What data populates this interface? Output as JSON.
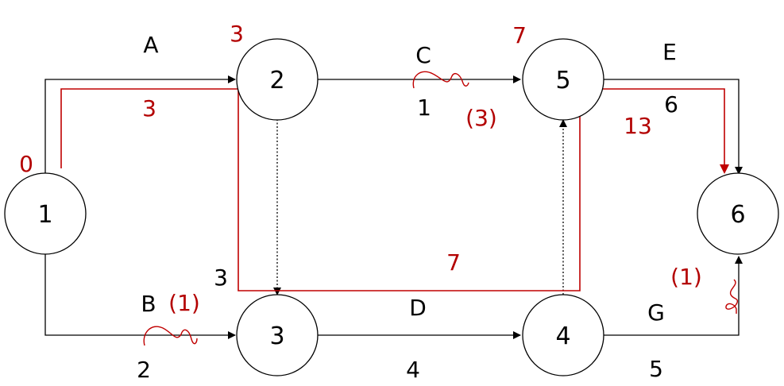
{
  "colors": {
    "critical": "#c00000",
    "text_red": "#b30000",
    "ink": "#000000"
  },
  "nodes": {
    "n1": {
      "label": "1",
      "earliest": "0"
    },
    "n2": {
      "label": "2",
      "earliest": "3"
    },
    "n3": {
      "label": "3"
    },
    "n4": {
      "label": "4"
    },
    "n5": {
      "label": "5",
      "earliest": "7"
    },
    "n6": {
      "label": "6"
    }
  },
  "activities": {
    "A": {
      "name": "A",
      "duration": "3"
    },
    "B": {
      "name": "B",
      "duration": "2",
      "float": "(1)"
    },
    "C": {
      "name": "C",
      "duration": "1",
      "float": "(3)"
    },
    "D": {
      "name": "D",
      "duration": "4"
    },
    "E": {
      "name": "E",
      "duration": "6"
    },
    "G": {
      "name": "G",
      "duration": "5",
      "float": "(1)"
    }
  },
  "critical_path": {
    "label_1": "3",
    "label_2": "7",
    "label_3": "13"
  },
  "extra": {
    "label_3_black": "3"
  }
}
